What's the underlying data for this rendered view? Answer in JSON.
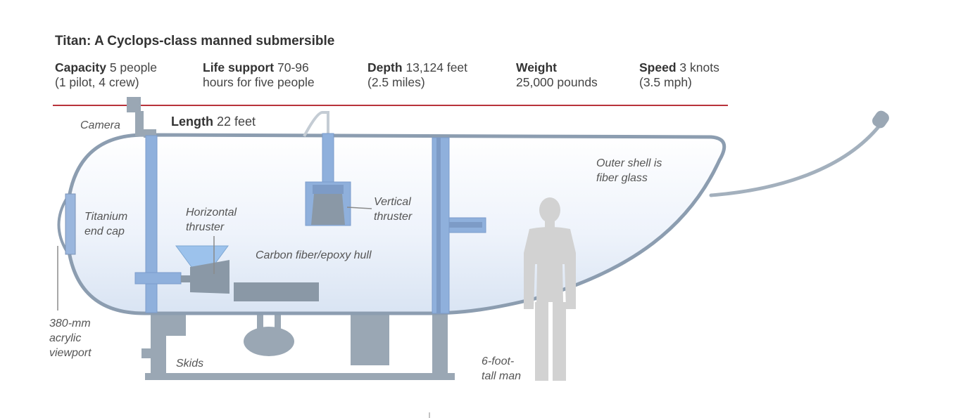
{
  "title": "Titan: A Cyclops-class manned submersible",
  "specs": [
    {
      "label": "Capacity",
      "line1": "5 people",
      "line2": "(1 pilot, 4 crew)"
    },
    {
      "label": "Life support",
      "line1": "70-96",
      "line2": "hours for five people"
    },
    {
      "label": "Depth",
      "line1": "13,124 feet",
      "line2": "(2.5 miles)"
    },
    {
      "label": "Weight",
      "line1": "",
      "line2": "25,000 pounds"
    },
    {
      "label": "Speed",
      "line1": "3 knots",
      "line2": "(3.5 mph)"
    }
  ],
  "length": {
    "label": "Length",
    "value": "22 feet"
  },
  "labels": {
    "camera": "Camera",
    "titanium_end_cap": "Titanium end cap",
    "horizontal_thruster": "Horizontal thruster",
    "vertical_thruster": "Vertical thruster",
    "hull": "Carbon fiber/epoxy hull",
    "outer_shell": "Outer shell is fiber glass",
    "viewport": "380-mm acrylic viewport",
    "skids": "Skids",
    "man": "6-foot- tall man"
  },
  "colors": {
    "accent_rule": "#b8323a",
    "hull_outline": "#8c9db0",
    "frame_blue": "#8fb0dc",
    "dark_gray": "#8a98a6",
    "silhouette": "#d2d2d2"
  }
}
